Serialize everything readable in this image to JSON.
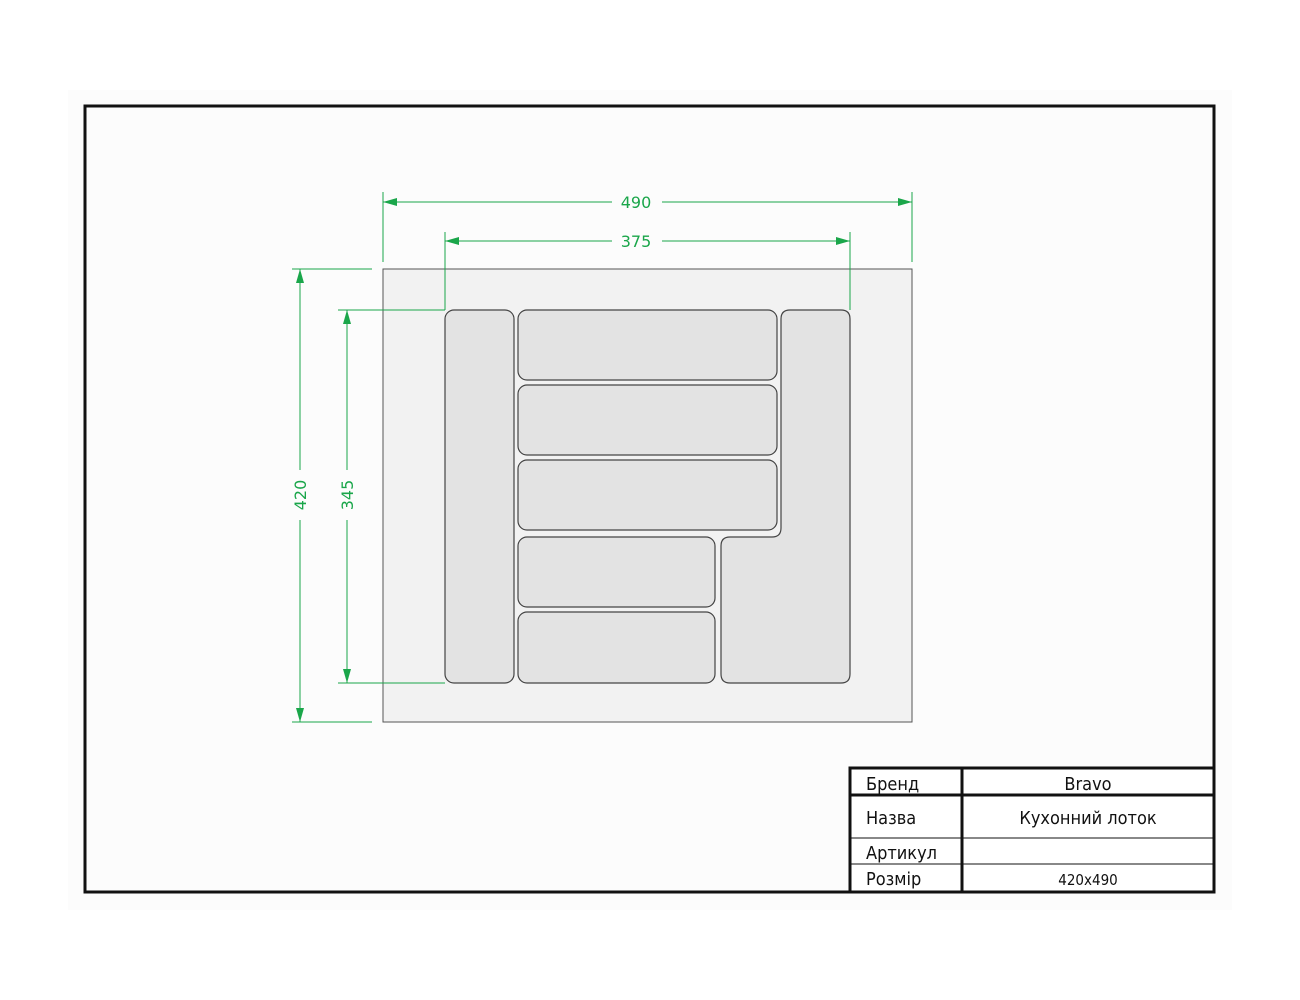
{
  "dimensions": {
    "overall_width": "490",
    "inner_width": "375",
    "overall_depth": "420",
    "inner_depth": "345"
  },
  "title_block": {
    "brand_label": "Бренд",
    "brand_value": "Bravo",
    "name_label": "Назва",
    "name_value": "Кухонний лоток",
    "article_label": "Артикул",
    "article_value": "",
    "size_label": "Розмір",
    "size_value": "420x490"
  },
  "colors": {
    "dimension": "#1aa64a",
    "tray_outer": "#f2f2f2",
    "compartment": "#e3e3e3",
    "frame": "#111111"
  }
}
